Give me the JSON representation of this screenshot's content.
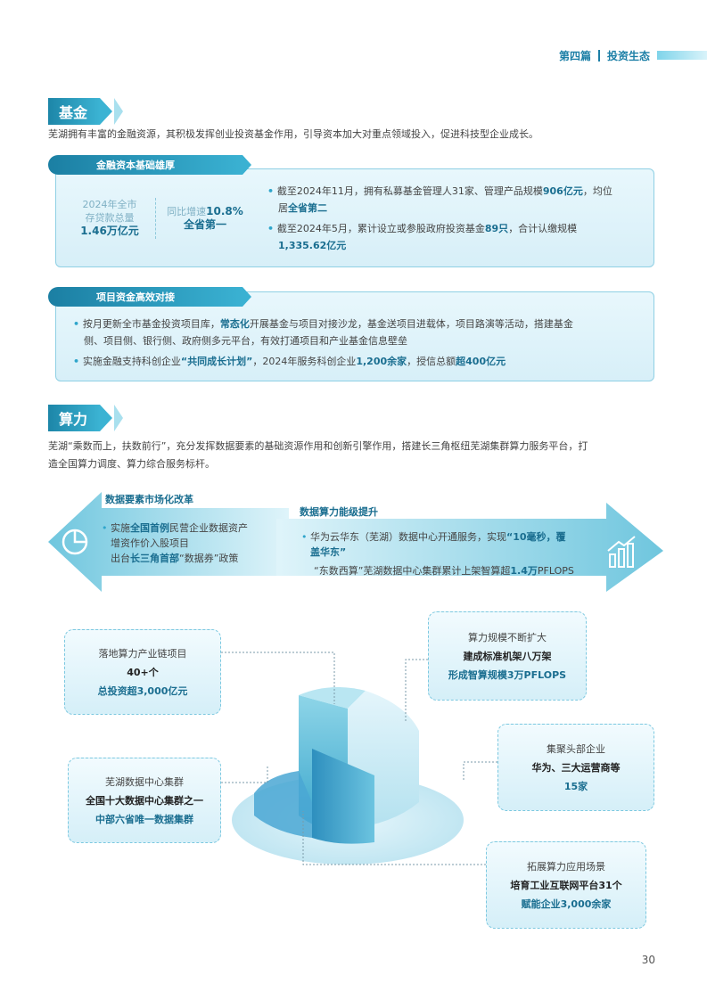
{
  "header": {
    "chapter": "第四篇",
    "subtitle": "投资生态"
  },
  "fund": {
    "title": "基金",
    "intro": "芜湖拥有丰富的金融资源，其积极发挥创业投资基金作用，引导资本加大对重点领域投入，促进科技型企业成长。",
    "box1": {
      "title": "金融资本基础雄厚",
      "stat1_l1": "2024年全市",
      "stat1_l2": "存贷款总量",
      "stat1_val": "1.46万亿元",
      "stat2_l1": "同比增速",
      "stat2_val": "10.8%",
      "stat2_l2": "全省第一",
      "b1_a": "截至2024年11月，拥有私募基金管理人31家、管理产品规模",
      "b1_b": "906亿元",
      "b1_c": "，均位",
      "b1_d": "居",
      "b1_e": "全省第二",
      "b2_a": "截至2024年5月，累计设立或参股政府投资基金",
      "b2_b": "89只",
      "b2_c": "，合计认缴规模",
      "b2_d": "1,335.62亿元"
    },
    "box2": {
      "title": "项目资金高效对接",
      "b1_a": "按月更新全市基金投资项目库，",
      "b1_b": "常态化",
      "b1_c": "开展基金与项目对接沙龙，基金送项目进载体，项目路演等活动，搭建基金",
      "b1_d": "侧、项目侧、银行侧、政府侧多元平台，有效打通项目和产业基金信息壁垒",
      "b2_a": "实施金融支持科创企业",
      "b2_b": "“共同成长计划”",
      "b2_c": "，2024年服务科创企业",
      "b2_d": "1,200余家",
      "b2_e": "，授信总额",
      "b2_f": "超400亿元"
    }
  },
  "compute": {
    "title": "算力",
    "intro1": "芜湖“乘数而上，扶数前行”，充分发挥数据要素的基础资源作用和创新引擎作用，搭建长三角枢纽芜湖集群算力服务平台，打",
    "intro2": "造全国算力调度、算力综合服务标杆。",
    "left_arrow": {
      "title": "数据要素市场化改革",
      "l1_a": "实施",
      "l1_b": "全国首例",
      "l1_c": "民营企业数据资产",
      "l2": "增资作价入股项目",
      "l3_a": "出台",
      "l3_b": "长三角首部",
      "l3_c": "“数据券”政策"
    },
    "right_arrow": {
      "title": "数据算力能级提升",
      "l1_a": "华为云华东（芜湖）数据中心开通服务，实现",
      "l1_b": "“10毫秒，覆",
      "l2": "盖华东”",
      "l3_a": "“东数西算”芜湖数据中心集群累计上架智算超",
      "l3_b": "1.4万",
      "l3_c": "PFLOPS"
    },
    "callouts": {
      "c1": {
        "l1": "落地算力产业链项目",
        "l2": "40+个",
        "l3": "总投资超3,000亿元"
      },
      "c2": {
        "l1": "芜湖数据中心集群",
        "l2": "全国十大数据中心集群之一",
        "l3": "中部六省唯一数据集群"
      },
      "c3": {
        "l1": "算力规模不断扩大",
        "l2": "建成标准机架八万架",
        "l3": "形成智算规模3万PFLOPS"
      },
      "c4": {
        "l1": "集聚头部企业",
        "l2": "华为、三大运营商等",
        "l3": "15家"
      },
      "c5": {
        "l1": "拓展算力应用场景",
        "l2": "培育工业互联网平台31个",
        "l3": "赋能企业3,000余家"
      }
    }
  },
  "page_number": "30"
}
